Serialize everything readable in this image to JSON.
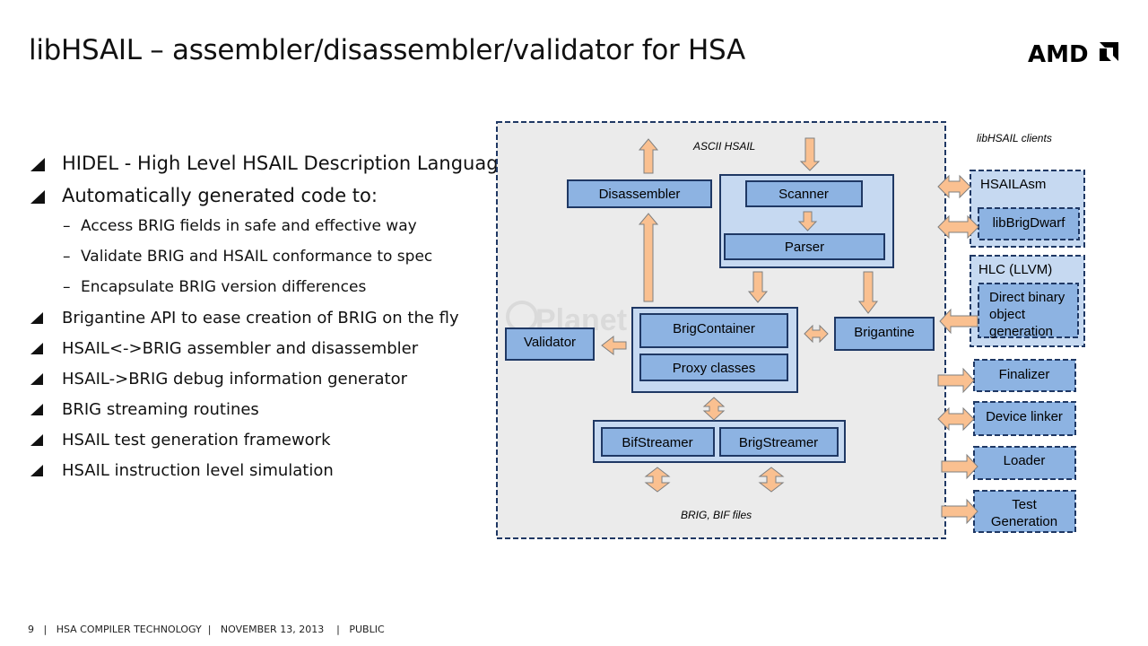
{
  "slide": {
    "title": "libHSAIL – assembler/disassembler/validator for HSA",
    "logo_text": "AMD"
  },
  "bullets": [
    {
      "text": "HIDEL - High Level HSAIL Description Language",
      "level": 1
    },
    {
      "text": "Automatically generated code to:",
      "level": 1
    },
    {
      "text": "Access BRIG fields in safe and effective way",
      "level": 2
    },
    {
      "text": "Validate BRIG and HSAIL conformance to spec",
      "level": 2
    },
    {
      "text": "Encapsulate BRIG version differences",
      "level": 2
    },
    {
      "text": "Brigantine API to ease creation of BRIG on the fly",
      "level": 1
    },
    {
      "text": "HSAIL<->BRIG assembler and disassembler",
      "level": 1
    },
    {
      "text": "HSAIL->BRIG debug information generator",
      "level": 1
    },
    {
      "text": "BRIG streaming routines",
      "level": 1
    },
    {
      "text": "HSAIL test generation framework",
      "level": 1
    },
    {
      "text": "HSAIL instruction level simulation",
      "level": 1
    }
  ],
  "diagram": {
    "ascii_label": "ASCII HSAIL",
    "brig_label": "BRIG, BIF files",
    "clients_label": "libHSAIL clients",
    "disassembler": "Disassembler",
    "scanner": "Scanner",
    "parser": "Parser",
    "brigcontainer": "BrigContainer",
    "proxy": "Proxy classes",
    "validator": "Validator",
    "brigantine": "Brigantine",
    "bifstreamer": "BifStreamer",
    "brigstreamer": "BrigStreamer",
    "hsailasm": "HSAILAsm",
    "libbrigdwarf": "libBrigDwarf",
    "hlc": "HLC (LLVM)",
    "direct_binary": [
      "Direct binary",
      "object",
      "generation"
    ],
    "finalizer": "Finalizer",
    "device_linker": "Device linker",
    "loader": "Loader",
    "test_generation": [
      "Test",
      "Generation"
    ],
    "watermark": "Planet"
  },
  "footer": {
    "page": "9",
    "text": "HSA COMPILER TECHNOLOGY",
    "date": "NOVEMBER 13, 2013",
    "classification": "PUBLIC"
  },
  "colors": {
    "box_fill": "#8db3e2",
    "box_stroke": "#1f3864",
    "group_fill": "#c6d9f1",
    "canvas_fill": "#ebebeb",
    "arrow_fill": "#fac090",
    "arrow_stroke": "#7f7f7f"
  }
}
